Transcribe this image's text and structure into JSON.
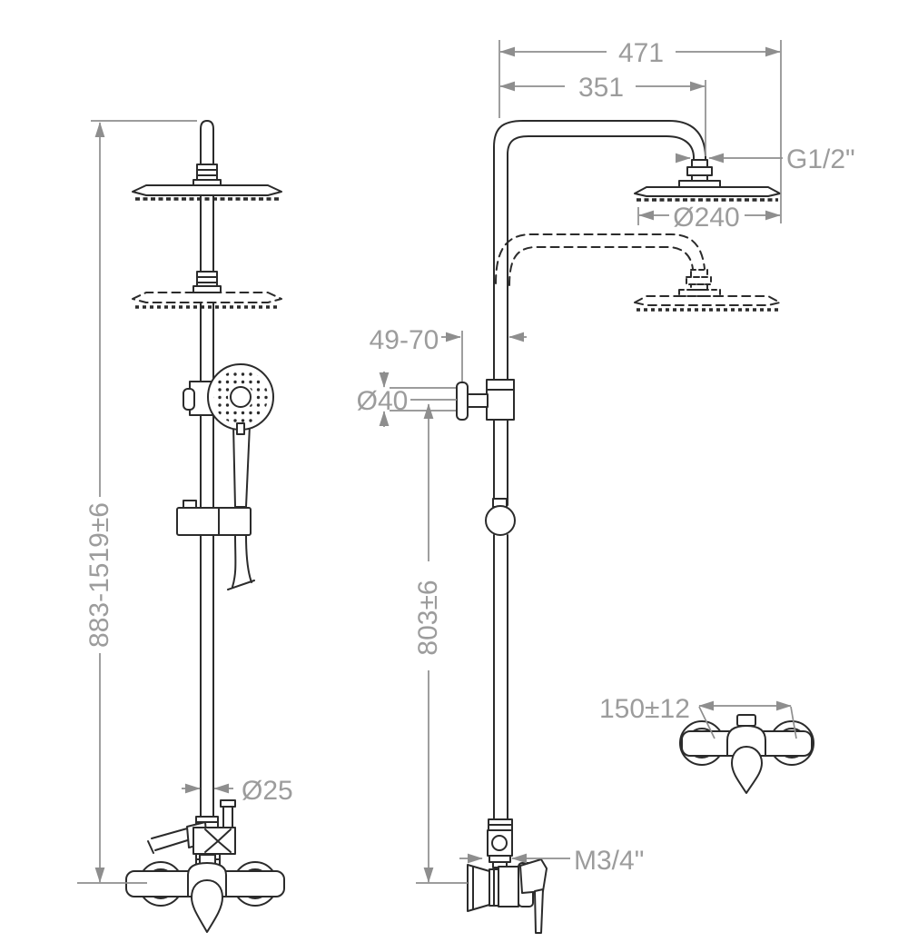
{
  "drawing": {
    "type": "technical dimension drawing",
    "subject": "Wall-mounted shower column with overhead rain shower, hand shower and single-lever mixer",
    "views": {
      "front_view": "shower column front elevation",
      "side_view": "shower column side elevation with wall bracket",
      "mixer_front_view": "wall-mounted mixer front elevation"
    },
    "dimensions": {
      "overall_height": "883-1519±6",
      "arm_projection_total": "471",
      "arm_projection": "351",
      "head_connection_thread": "G1/2\"",
      "head_diameter": "Ø240",
      "wall_clearance": "49-70",
      "wall_bracket_diameter": "Ø40",
      "riser_height": "803±6",
      "riser_pipe_diameter": "Ø25",
      "inlet_thread": "M3/4\"",
      "inlet_centers": "150±12"
    },
    "colors": {
      "line": "#2b2b2b",
      "dimension_line": "#8e8e8e",
      "dimension_text": "#9c9c9c",
      "background": "#ffffff"
    }
  }
}
